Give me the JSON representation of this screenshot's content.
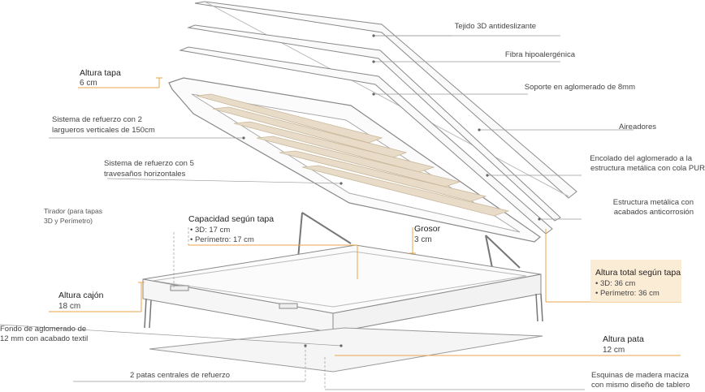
{
  "callouts": {
    "tejido": "Tejido 3D antideslizante",
    "fibra": "Fibra hipoalergénica",
    "soporte": "Soporte en aglomerado de 8mm",
    "aireadores": "Aireadores",
    "encolado_1": "Encolado del aglomerado a la",
    "encolado_2": "estructura metálica con cola PUR",
    "estructura_1": "Estructura metálica con",
    "estructura_2": "acabados anticorrosión",
    "altura_tapa_title": "Altura tapa",
    "altura_tapa_value": "6 cm",
    "refuerzo2_1": "Sistema de refuerzo con 2",
    "refuerzo2_2": "largueros verticales de 150cm",
    "refuerzo5_1": "Sistema de refuerzo con 5",
    "refuerzo5_2": "travesaños horizontales",
    "tirador_1": "Tirador (para tapas",
    "tirador_2": "3D y Perímetro)",
    "capacidad_title": "Capacidad según tapa",
    "capacidad_3d": "3D: 17 cm",
    "capacidad_perimetro": "Perímetro: 17 cm",
    "grosor_title": "Grosor",
    "grosor_value": "3 cm",
    "altura_total_title": "Altura total según tapa",
    "altura_total_3d": "3D: 36 cm",
    "altura_total_perimetro": "Perímetro: 36 cm",
    "altura_cajon_title": "Altura cajón",
    "altura_cajon_value": "18 cm",
    "fondo_1": "Fondo de aglomerado de",
    "fondo_2": "12 mm con acabado textil",
    "altura_pata_title": "Altura pata",
    "altura_pata_value": "12 cm",
    "patas_centrales": "2 patas centrales de refuerzo",
    "esquinas_1": "Esquinas de madera maciza",
    "esquinas_2": "con mismo diseño de tablero"
  },
  "colors": {
    "accent": "#e8a54a",
    "highlight_bg": "#fbecd6",
    "line": "#9a9a9a",
    "slat": "#e8dcc8"
  }
}
